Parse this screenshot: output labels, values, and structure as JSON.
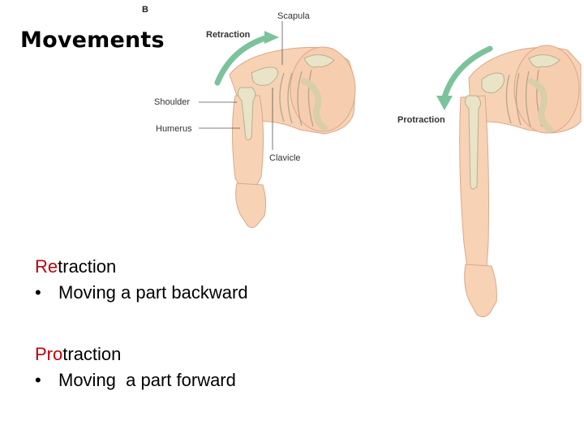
{
  "slide": {
    "title": "Movements"
  },
  "figure": {
    "panel_letter": "B",
    "labels": {
      "scapula": "Scapula",
      "retraction": "Retraction",
      "shoulder": "Shoulder",
      "humerus": "Humerus",
      "clavicle": "Clavicle",
      "protraction": "Protraction"
    },
    "colors": {
      "skin": "#f8d2b5",
      "skin_outline": "#d9a88a",
      "bone": "#e9e3c8",
      "bone_outline": "#b9b08c",
      "arrow_green": "#7cc29a"
    }
  },
  "terms": [
    {
      "accent": "Re",
      "rest": "traction",
      "bullet": "•",
      "definition": "Moving a part backward"
    },
    {
      "accent": "Pro",
      "rest": "traction",
      "bullet": "•",
      "definition": "Moving  a part forward"
    }
  ],
  "colors": {
    "accent_red": "#c0000b",
    "text": "#000000"
  }
}
